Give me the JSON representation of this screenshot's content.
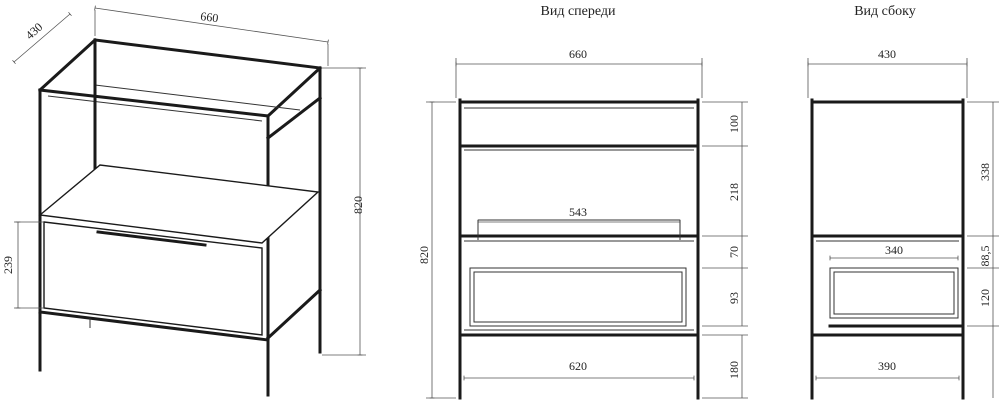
{
  "views": {
    "front_title": "Вид спереди",
    "side_title": "Вид сбоку"
  },
  "iso": {
    "width": "660",
    "depth": "430",
    "height": "820",
    "drawer_height": "239"
  },
  "front": {
    "width": "660",
    "height": "820",
    "top_section": "100",
    "open_shelf": "218",
    "drawer_front": "70",
    "drawer_box": "93",
    "legs": "180",
    "drawer_inner_width": "543",
    "inner_width": "620"
  },
  "side": {
    "width": "430",
    "upper_section": "338",
    "drawer_front": "88,5",
    "drawer_box": "120",
    "drawer_depth": "340",
    "inner_depth": "390"
  }
}
